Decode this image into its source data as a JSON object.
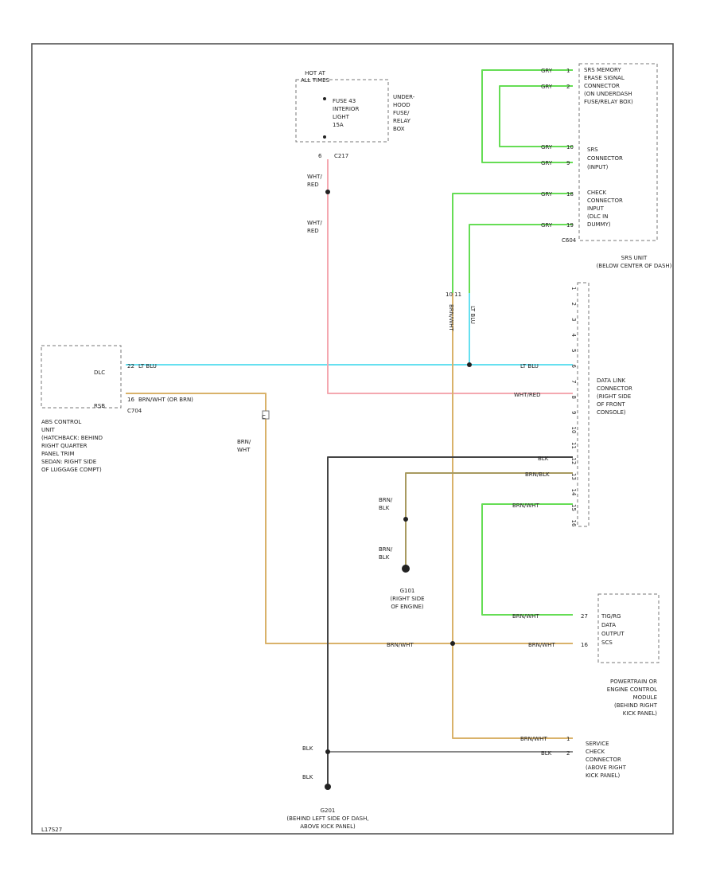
{
  "colors": {
    "green": "#66dd55",
    "cyan": "#66e0f0",
    "pink": "#f4a8b0",
    "tan": "#d9b26a",
    "black": "#444444",
    "gray": "#888888",
    "olive": "#a89a60"
  },
  "power_labels": [
    "HOT AT",
    "ALL TIMES"
  ],
  "fuse_labels": [
    "FUSE 43",
    "INTERIOR",
    "LIGHT",
    "15A"
  ],
  "underhood_box_labels": [
    "UNDER-",
    "HOOD",
    "FUSE/",
    "RELAY",
    "BOX"
  ],
  "fuse_connector": {
    "pin": "6",
    "conn": "C217"
  },
  "wht_red_1": [
    "WHT/",
    "RED"
  ],
  "wht_red_2": [
    "WHT/",
    "RED"
  ],
  "erase_connector_labels": [
    "SRS MEMORY",
    "ERASE SIGNAL",
    "CONNECTOR",
    "(ON UNDERDASH",
    "FUSE/RELAY BOX)"
  ],
  "srs_connector_labels": [
    "SRS",
    "CONNECTOR",
    "(INPUT)"
  ],
  "check_connector_labels": [
    "CHECK",
    "CONNECTOR",
    "INPUT",
    "(DLC IN",
    "DUMMY)"
  ],
  "srs_unit_labels": [
    "SRS UNIT",
    "(BELOW CENTER OF DASH)"
  ],
  "gry_wires": [
    "GRY",
    "GRY",
    "GRY",
    "GRY",
    "GRY",
    "GRY"
  ],
  "srs_pins": [
    "1",
    "2",
    "10",
    "9",
    "18",
    "19"
  ],
  "srs_conn_name": "C604",
  "mid_conn": {
    "pins": "10  11",
    "brn_wht": "BRN/WHT",
    "lt_blu": "LT BLU"
  },
  "abs_box_labels": [
    "DLC",
    "RSB"
  ],
  "abs_pins": [
    "22",
    "16"
  ],
  "abs_conn": "C704",
  "abs_wires": [
    "LT BLU",
    "BRN/WHT (OR BRN)"
  ],
  "abs_unit_labels": [
    "ABS CONTROL",
    "UNIT",
    "(HATCHBACK: BEHIND",
    "RIGHT QUARTER",
    "PANEL TRIM",
    "SEDAN: RIGHT SIDE",
    "OF LUGGAGE COMPT)"
  ],
  "tan_drop_label": [
    "BRN/",
    "WHT"
  ],
  "splice_label": "C",
  "dlc_pins": [
    "1",
    "2",
    "3",
    "4",
    "5",
    "6",
    "7",
    "8",
    "9",
    "10",
    "11",
    "12",
    "13",
    "14",
    "15",
    "16"
  ],
  "dlc_wires": [
    "LT BLU",
    "WHT/RED",
    "BLK",
    "BRN/BLK",
    "BRN/WHT"
  ],
  "dlc_labels": [
    "DATA LINK",
    "CONNECTOR",
    "(RIGHT SIDE",
    "OF FRONT",
    "CONSOLE)"
  ],
  "brn_blk_labels": [
    "BRN/",
    "BLK",
    "BRN/",
    "BLK"
  ],
  "ground_g101": [
    "G101",
    "(RIGHT SIDE",
    "OF ENGINE)"
  ],
  "pcm_wires": [
    "BRN/WHT",
    "BRN/WHT",
    "BRN/WHT"
  ],
  "pcm_pins": [
    "27",
    "16"
  ],
  "pcm_box_labels": [
    "TIG/RG",
    "DATA",
    "OUTPUT",
    "SCS"
  ],
  "pcm_labels": [
    "POWERTRAIN OR",
    "ENGINE CONTROL",
    "MODULE",
    "(BEHIND RIGHT",
    "KICK PANEL)"
  ],
  "service_wires": [
    "BRN/WHT",
    "BLK"
  ],
  "service_pins": [
    "1",
    "2"
  ],
  "service_labels": [
    "SERVICE",
    "CHECK",
    "CONNECTOR",
    "(ABOVE RIGHT",
    "KICK PANEL)"
  ],
  "blk_labels": [
    "BLK",
    "BLK"
  ],
  "ground_g201": [
    "G201",
    "(BEHIND LEFT SIDE OF DASH,",
    "ABOVE KICK PANEL)"
  ],
  "footer_code": "L17S27"
}
